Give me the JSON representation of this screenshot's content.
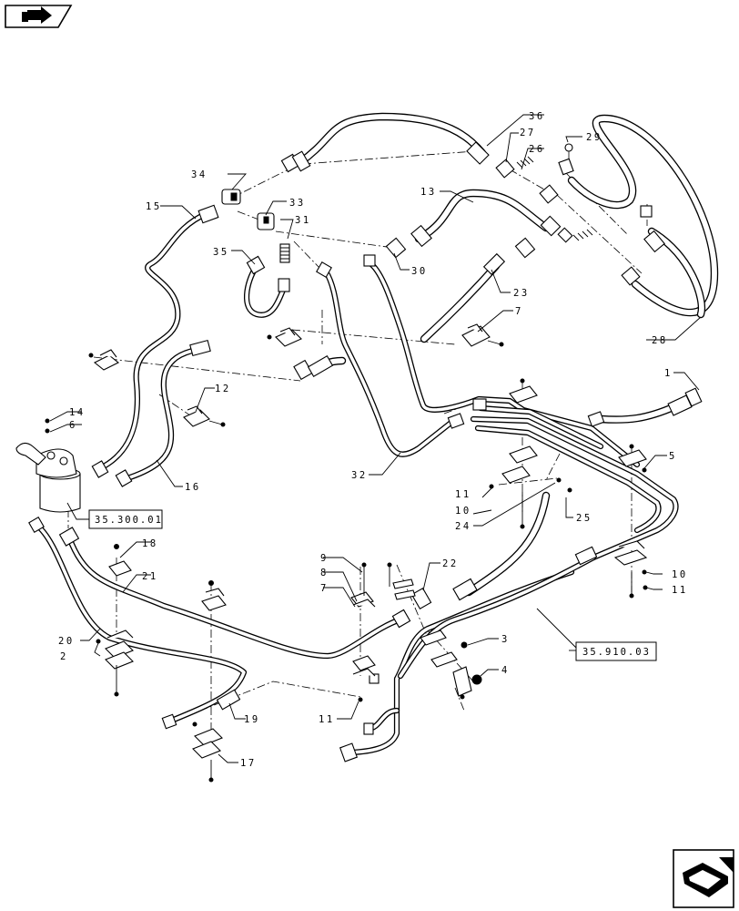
{
  "callouts": [
    {
      "id": "c1",
      "label": "1"
    },
    {
      "id": "c2",
      "label": "2"
    },
    {
      "id": "c3",
      "label": "3"
    },
    {
      "id": "c4",
      "label": "4"
    },
    {
      "id": "c5",
      "label": "5"
    },
    {
      "id": "c6",
      "label": "6"
    },
    {
      "id": "c7a",
      "label": "7"
    },
    {
      "id": "c7b",
      "label": "7"
    },
    {
      "id": "c8",
      "label": "8"
    },
    {
      "id": "c9",
      "label": "9"
    },
    {
      "id": "c10a",
      "label": "10"
    },
    {
      "id": "c10b",
      "label": "10"
    },
    {
      "id": "c11a",
      "label": "11"
    },
    {
      "id": "c11b",
      "label": "11"
    },
    {
      "id": "c11c",
      "label": "11"
    },
    {
      "id": "c12",
      "label": "12"
    },
    {
      "id": "c13",
      "label": "13"
    },
    {
      "id": "c14",
      "label": "14"
    },
    {
      "id": "c15",
      "label": "15"
    },
    {
      "id": "c16",
      "label": "16"
    },
    {
      "id": "c17",
      "label": "17"
    },
    {
      "id": "c18",
      "label": "18"
    },
    {
      "id": "c19",
      "label": "19"
    },
    {
      "id": "c20",
      "label": "20"
    },
    {
      "id": "c21",
      "label": "21"
    },
    {
      "id": "c22",
      "label": "22"
    },
    {
      "id": "c23",
      "label": "23"
    },
    {
      "id": "c24",
      "label": "24"
    },
    {
      "id": "c25",
      "label": "25"
    },
    {
      "id": "c26",
      "label": "26"
    },
    {
      "id": "c27",
      "label": "27"
    },
    {
      "id": "c28",
      "label": "28"
    },
    {
      "id": "c29",
      "label": "29"
    },
    {
      "id": "c30",
      "label": "30"
    },
    {
      "id": "c31",
      "label": "31"
    },
    {
      "id": "c32",
      "label": "32"
    },
    {
      "id": "c33",
      "label": "33"
    },
    {
      "id": "c34",
      "label": "34"
    },
    {
      "id": "c35",
      "label": "35"
    },
    {
      "id": "c36",
      "label": "36"
    }
  ],
  "references": [
    {
      "id": "ref_filter",
      "label": "35.300.01"
    },
    {
      "id": "ref_harness",
      "label": "35.910.03"
    }
  ],
  "icons": {
    "top_left": "previous-page-arrow-icon",
    "bottom_right": "next-page-arrow-icon"
  }
}
